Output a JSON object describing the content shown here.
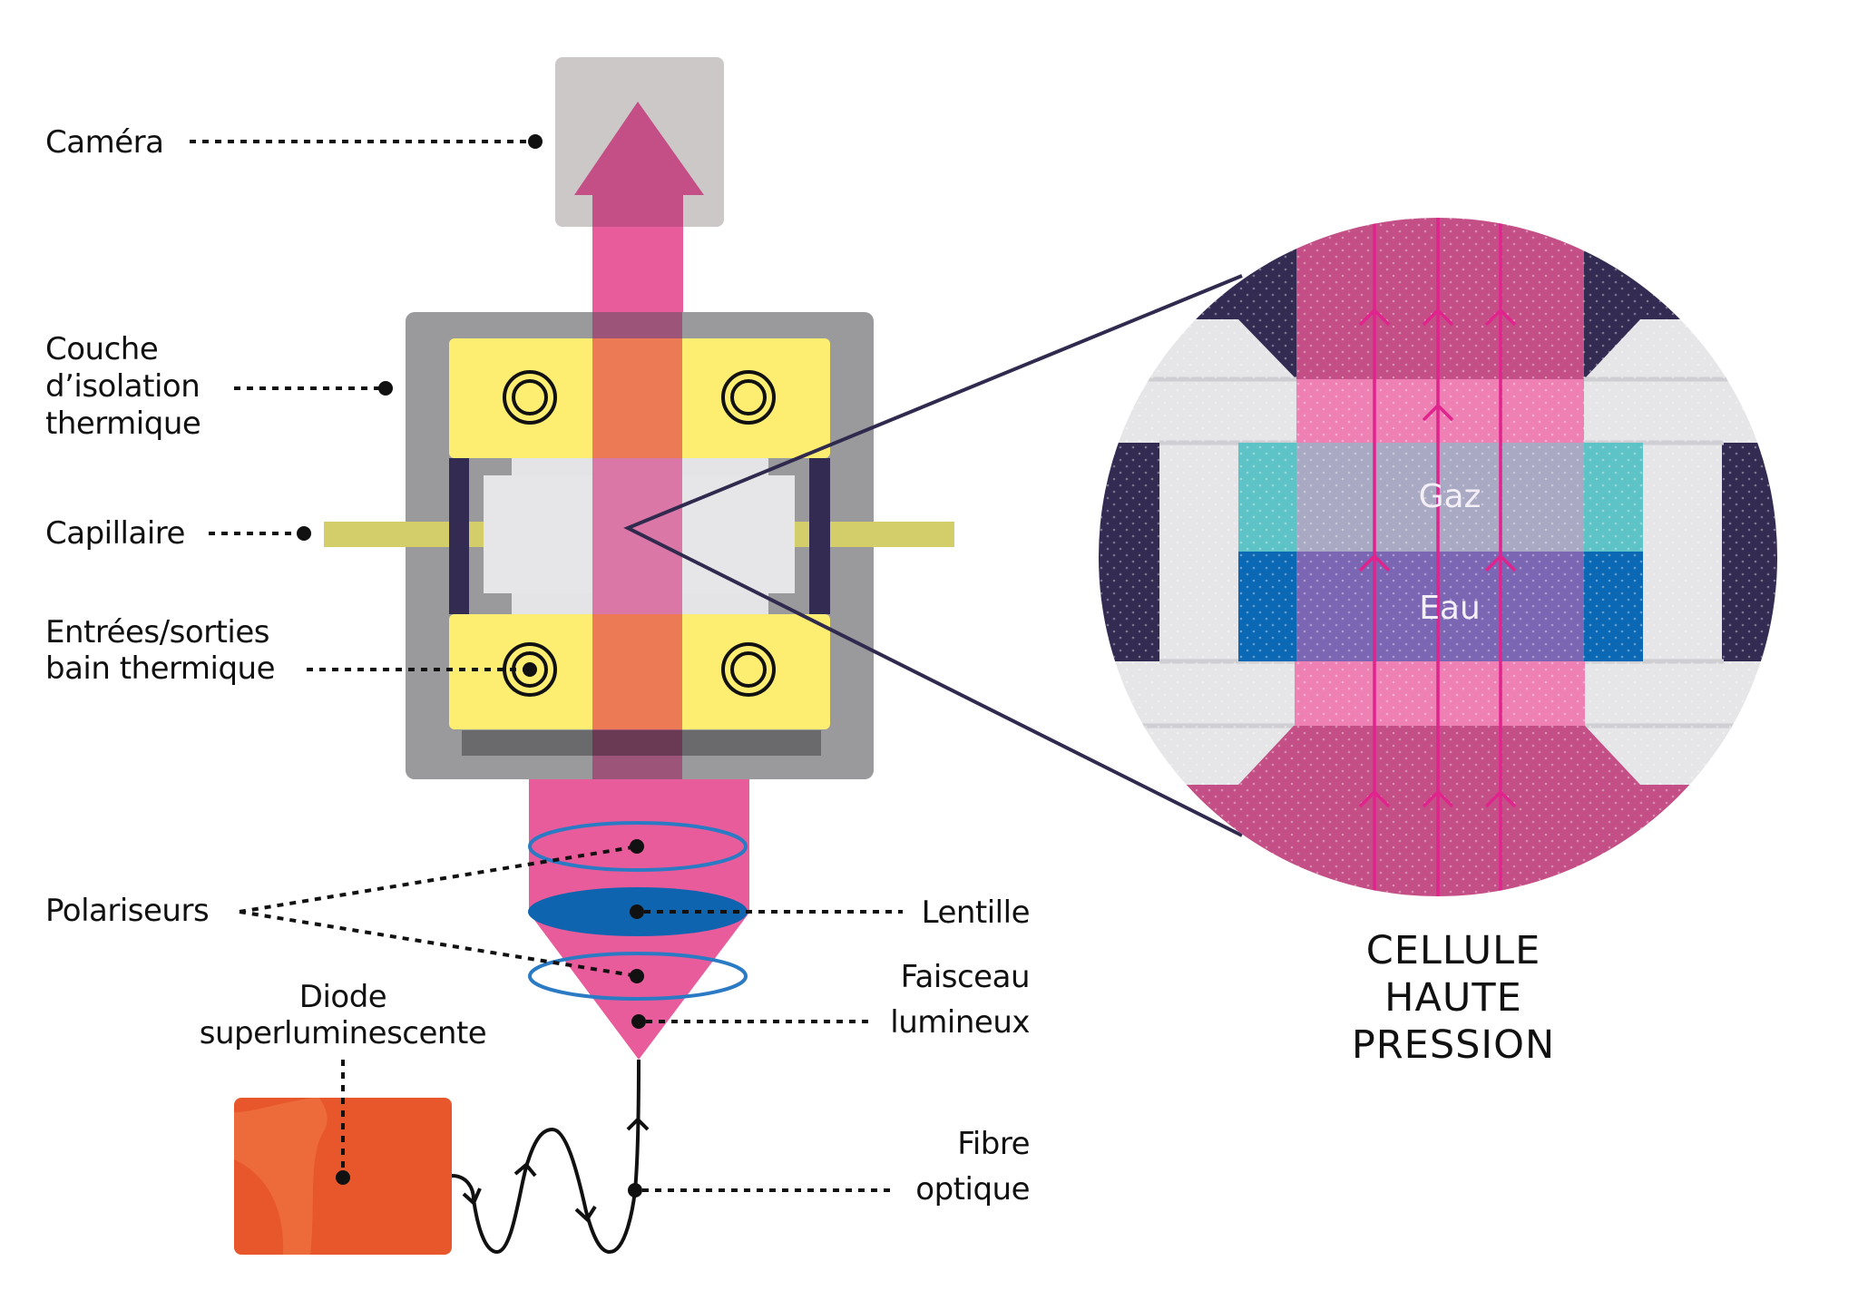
{
  "diagram": {
    "labels": {
      "camera": "Caméra",
      "insulation": [
        "Couche",
        "d’isolation",
        "thermique"
      ],
      "capillary": "Capillaire",
      "bath_ports": [
        "Entrées/sorties",
        "bain thermique"
      ],
      "polarizers": "Polariseurs",
      "diode": [
        "Diode",
        "superluminescente"
      ],
      "lens": "Lentille",
      "light_beam": [
        "Faisceau",
        "lumineux"
      ],
      "optical_fiber": [
        "Fibre",
        "optique"
      ],
      "gas": "Gaz",
      "water": "Eau",
      "cell_title": [
        "CELLULE",
        "HAUTE",
        "PRESSION"
      ]
    },
    "colors": {
      "beam_pink": "#e85c9b",
      "beam_dark_pink": "#c44f86",
      "beam_light_pink": "#ef80b4",
      "beam_over_yellow": "#ec7b55",
      "beam_over_gray": "#9c5478",
      "camera_gray": "#cbc8c7",
      "insulation_gray": "#9a9a9c",
      "holder_yellow": "#fdee72",
      "capillary_olive": "#d4ce6a",
      "clamp_navy": "#332b52",
      "glass_light": "#e6e5e8",
      "lens_blue": "#0f64b0",
      "polarizer_blue": "#2a7bc4",
      "gas_teal": "#5ec3c6",
      "gas_mix": "#a9a9c4",
      "water_blue": "#0b68b5",
      "water_mix": "#7b66b3",
      "diode_orange": "#e8572c",
      "diode_orange_light": "#ed6b3b",
      "base_dark_gray": "#6a6a6c"
    }
  }
}
